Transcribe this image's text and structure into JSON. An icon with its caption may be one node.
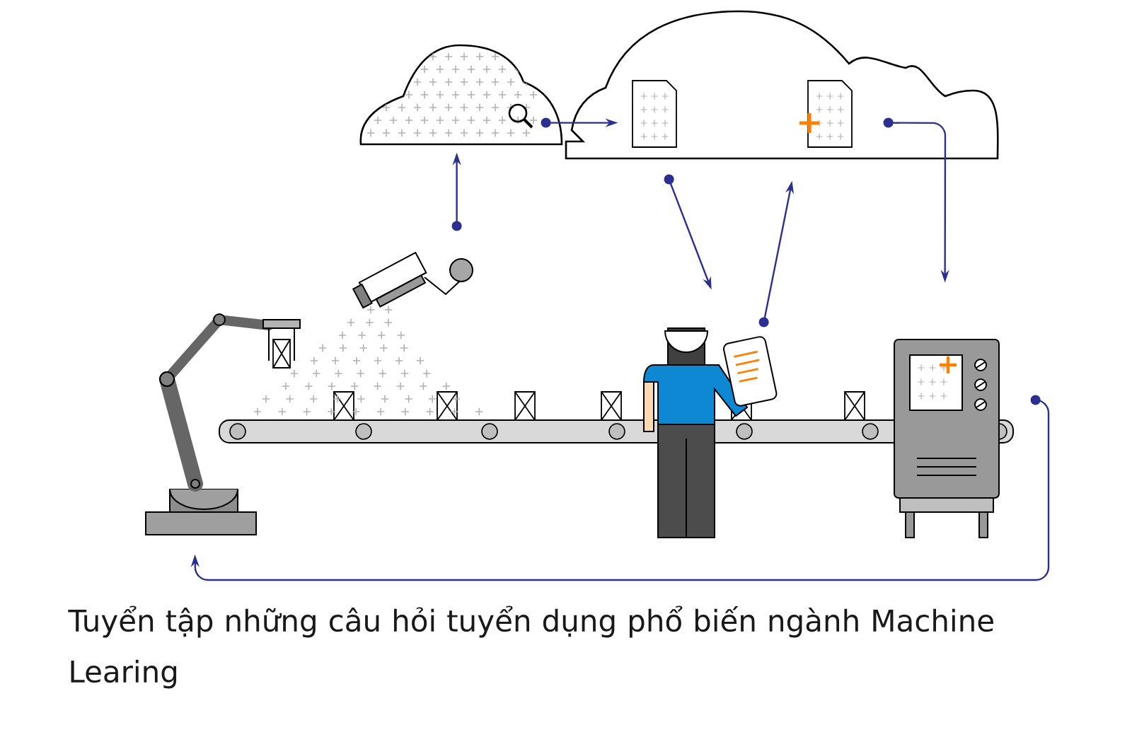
{
  "diagram": {
    "caption": "Tuyển tập những câu hỏi tuyển dụng phổ biến ngành Machine Learing",
    "nodes": [
      {
        "text": [],
        "shape": "cloud"
      },
      {
        "text": [],
        "shape": "cloud"
      },
      {
        "text": [],
        "shape": "picture",
        "in": 1
      },
      {
        "text": [],
        "shape": "picture",
        "in": 1
      },
      {
        "text": [],
        "shape": "picture"
      },
      {
        "text": [],
        "shape": "picture"
      },
      {
        "text": [],
        "shape": "person"
      },
      {
        "text": [],
        "shape": "picture"
      }
    ],
    "edges": [
      {
        "from": 4,
        "to": 0,
        "arrow": "to"
      },
      {
        "from": 0,
        "to": 2,
        "arrow": "to"
      },
      {
        "from": 1,
        "to": 6,
        "arrow": "to"
      },
      {
        "from": 6,
        "to": 3,
        "arrow": "to"
      },
      {
        "from": 1,
        "to": 7,
        "arrow": "to"
      },
      {
        "from": 7,
        "to": 5,
        "arrow": "to"
      }
    ]
  }
}
